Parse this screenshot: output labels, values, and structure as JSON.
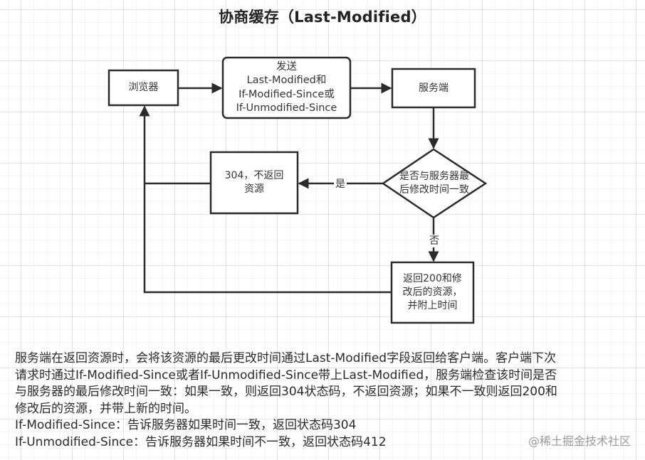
{
  "title": "协商缓存（Last-Modified）",
  "nodes": {
    "browser": "浏览器",
    "send": "发送\nLast-Modified和\nIf-Modified-Since或\nIf-Unmodified-Since",
    "server": "服务端",
    "decision": "是否与服务器最\n后修改时间一致",
    "not_modified": "304，不返回\n资源",
    "modified": "返回200和修\n改后的资源，\n并附上时间"
  },
  "edge_labels": {
    "yes": "是",
    "no": "否"
  },
  "description": {
    "lines": [
      "服务端在返回资源时，会将该资源的最后更改时间通过Last-Modified字段返回给客户端。客户端下次",
      "请求时通过If-Modified-Since或者If-Unmodified-Since带上Last-Modified，服务端检查该时间是否",
      "与服务器的最后修改时间一致：如果一致，则返回304状态码，不返回资源；如果不一致则返回200和",
      "修改后的资源，并带上新的时间。",
      "If-Modified-Since：告诉服务器如果时间一致，返回状态码304",
      "If-Unmodified-Since：告诉服务器如果时间不一致，返回状态码412"
    ]
  },
  "watermark": "@稀土掘金技术社区",
  "colors": {
    "stroke": "#2b2b2b",
    "text": "#333333",
    "watermark": "#9a9a9a"
  }
}
